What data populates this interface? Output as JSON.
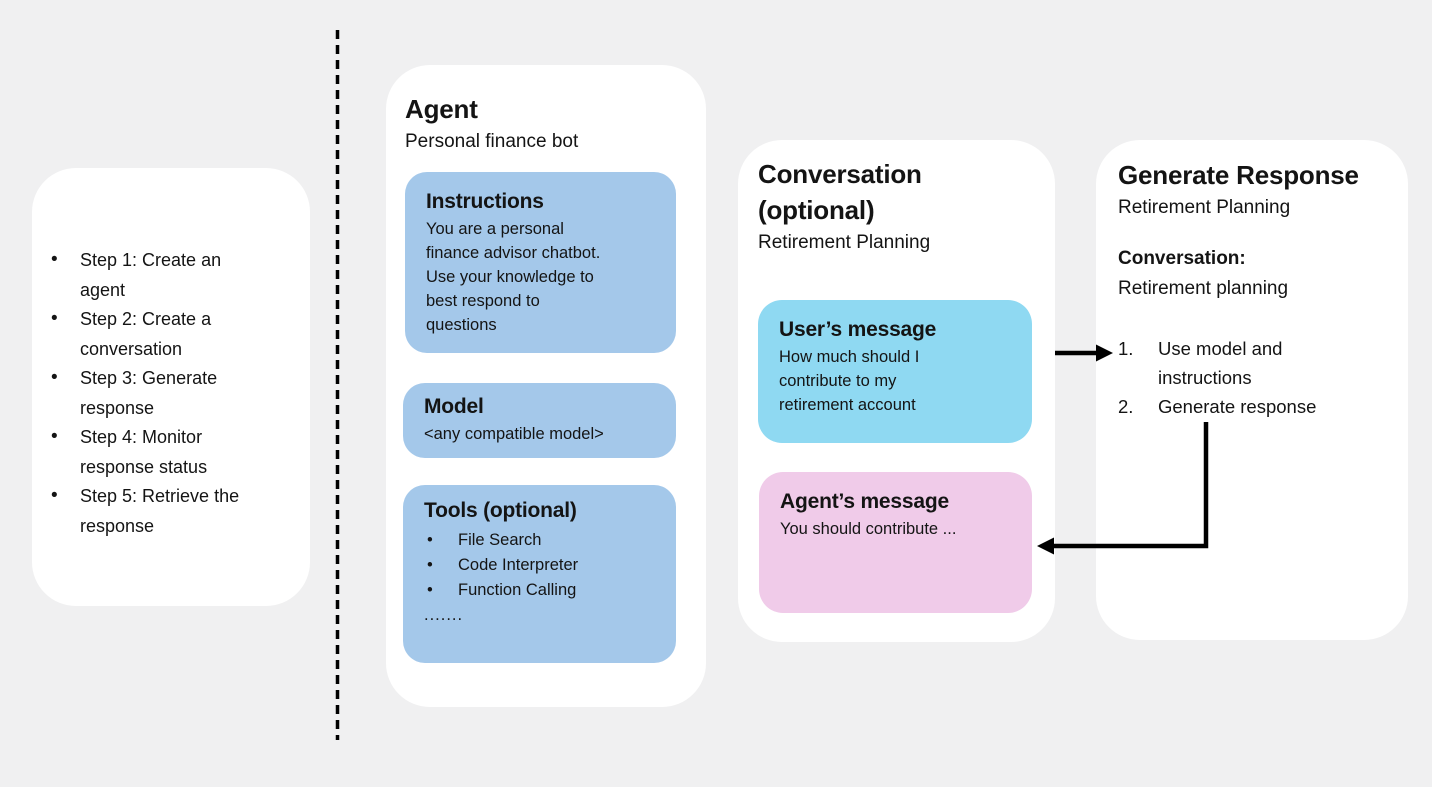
{
  "colors": {
    "background": "#f0f0f1",
    "card": "#ffffff",
    "blue_box": "#a4c8ea",
    "user_message": "#8fd9f2",
    "agent_message": "#f0cbe9",
    "line": "#000000"
  },
  "steps_panel": {
    "items": [
      "Step 1: Create an\nagent",
      "Step 2: Create a\nconversation",
      "Step 3: Generate\nresponse",
      "Step 4: Monitor\nresponse status",
      "Step 5: Retrieve the\nresponse"
    ]
  },
  "agent_card": {
    "title": "Agent",
    "subtitle": "Personal finance bot",
    "instructions": {
      "title": "Instructions",
      "body": "You are a personal\nfinance advisor chatbot.\nUse your knowledge to\nbest respond to\nquestions"
    },
    "model": {
      "title": "Model",
      "body": "<any compatible model>"
    },
    "tools": {
      "title": "Tools (optional)",
      "items": [
        "File Search",
        "Code Interpreter",
        "Function Calling"
      ],
      "ellipsis": "......."
    }
  },
  "conversation_card": {
    "title": "Conversation\n(optional)",
    "subtitle": "Retirement Planning",
    "user_message": {
      "title": "User’s message",
      "body": "How much should I\ncontribute to my\nretirement account"
    },
    "agent_message": {
      "title": "Agent’s message",
      "body": "You should contribute ..."
    }
  },
  "generate_card": {
    "title": "Generate Response",
    "subtitle": "Retirement Planning",
    "conversation_label": "Conversation:",
    "conversation_value": "Retirement planning",
    "steps": [
      {
        "num": "1.",
        "text": "Use model and\ninstructions"
      },
      {
        "num": "2.",
        "text": "Generate response"
      }
    ]
  }
}
